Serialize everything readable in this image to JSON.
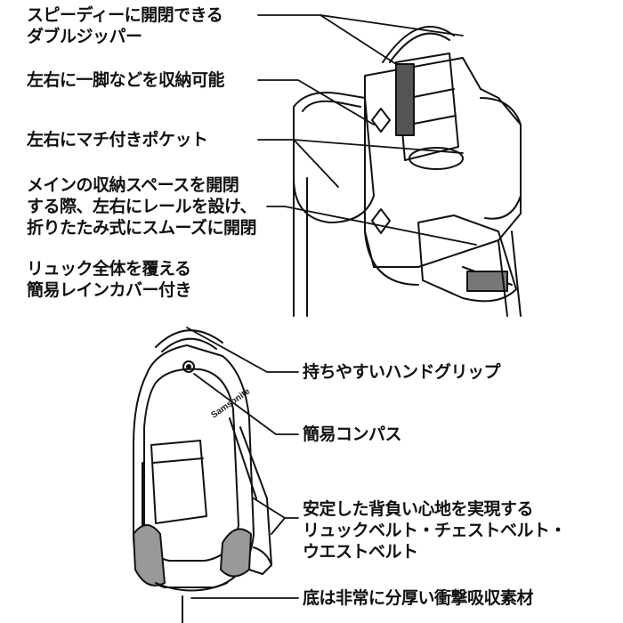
{
  "features_top": {
    "zipper": {
      "lines": [
        "スピーディーに開閉できる",
        "ダブルジッパー"
      ]
    },
    "tripod": {
      "lines": [
        "左右に一脚などを収納可能"
      ]
    },
    "pocket": {
      "lines": [
        "左右にマチ付きポケット"
      ]
    },
    "rails": {
      "lines": [
        "メインの収納スペースを開閉",
        "する際、左右にレールを設け、",
        "折りたたみ式にスムーズに開閉"
      ]
    },
    "raincover": {
      "lines": [
        "リュック全体を覆える",
        "簡易レインカバー付き"
      ]
    }
  },
  "features_bottom": {
    "handle": {
      "lines": [
        "持ちやすいハンドグリップ"
      ]
    },
    "compass": {
      "lines": [
        "簡易コンパス"
      ]
    },
    "belts": {
      "lines": [
        "安定した背負い心地を実現する",
        "リュックベルト・チェストベルト・",
        "ウエストベルト"
      ]
    },
    "bottom": {
      "lines": [
        "底は非常に分厚い衝撃吸収素材"
      ]
    }
  },
  "brand_mark": "Samsonite"
}
